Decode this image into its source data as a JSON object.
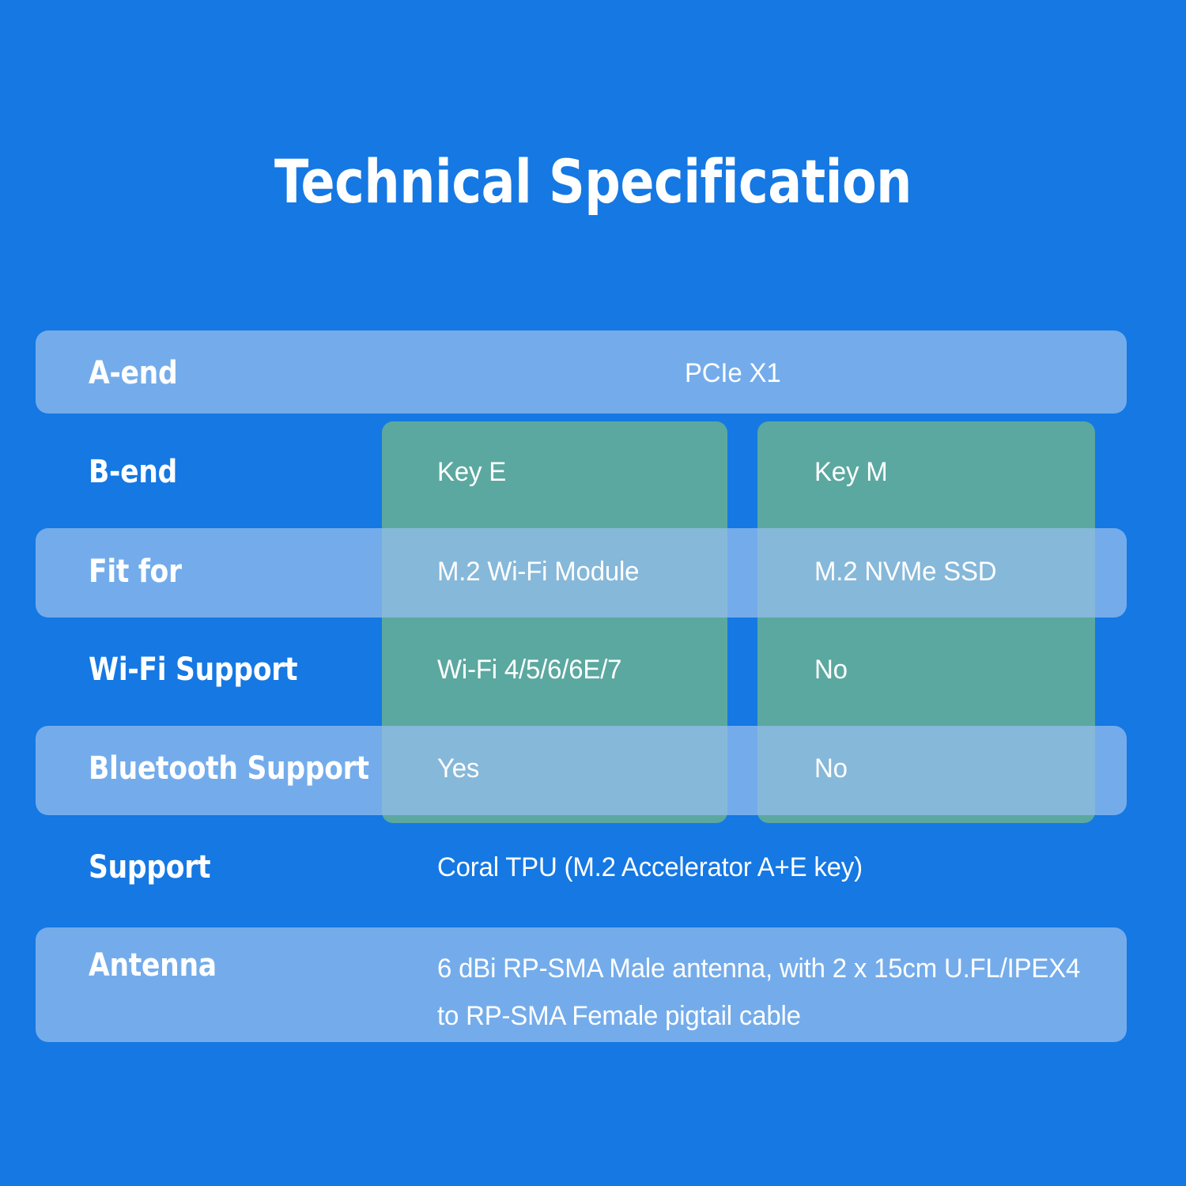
{
  "page": {
    "title": "Technical Specification",
    "background_color": "#1578E3",
    "row_band_color": "#96BEED",
    "column_highlight_color": "#5BA8A0",
    "text_color": "#FFFFFF"
  },
  "table": {
    "rows": [
      {
        "label": "A-end",
        "banded": true,
        "layout": "single",
        "values": [
          "PCIe X1"
        ]
      },
      {
        "label": "B-end",
        "banded": false,
        "layout": "two-column",
        "values": [
          "Key E",
          "Key M"
        ]
      },
      {
        "label": "Fit for",
        "banded": true,
        "layout": "two-column",
        "values": [
          "M.2 Wi-Fi Module",
          "M.2 NVMe SSD"
        ]
      },
      {
        "label": "Wi-Fi Support",
        "banded": false,
        "layout": "two-column",
        "values": [
          "Wi-Fi 4/5/6/6E/7",
          "No"
        ]
      },
      {
        "label": "Bluetooth Support",
        "banded": true,
        "layout": "two-column",
        "values": [
          "Yes",
          "No"
        ]
      },
      {
        "label": "Support",
        "banded": false,
        "layout": "wide",
        "values": [
          "Coral TPU (M.2 Accelerator A+E key)"
        ]
      },
      {
        "label": "Antenna",
        "banded": true,
        "layout": "wide-multiline",
        "values": [
          "6 dBi RP-SMA Male antenna, with 2 x 15cm U.FL/IPEX4 to RP-SMA Female pigtail cable"
        ]
      }
    ]
  }
}
